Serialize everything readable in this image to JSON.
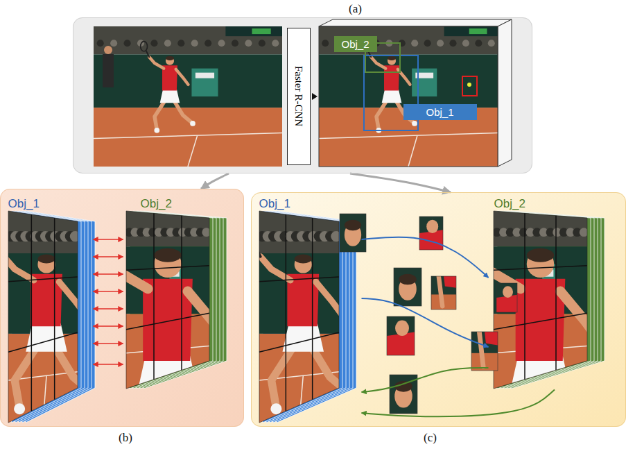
{
  "diagram": {
    "nodes": [
      {
        "text": [
          "(a)"
        ]
      },
      {
        "text": [
          "Faster R-CNN"
        ],
        "in": 0
      },
      {
        "text": [
          "Obj_2"
        ],
        "in": 0
      },
      {
        "text": [
          "Obj_1"
        ],
        "in": 0
      },
      {
        "text": [
          "(b)"
        ]
      },
      {
        "text": [
          "Obj_1"
        ],
        "in": 4
      },
      {
        "text": [
          "Obj_2"
        ],
        "in": 4
      },
      {
        "text": [
          "(c)"
        ]
      },
      {
        "text": [
          "Obj_1"
        ],
        "in": 7
      },
      {
        "text": [
          "Obj_2"
        ],
        "in": 7
      }
    ],
    "edges": [
      {
        "from": 0,
        "to": 4,
        "arrow": "to"
      },
      {
        "from": 0,
        "to": 7,
        "arrow": "to"
      },
      {
        "from": 5,
        "to": 6,
        "arrow": "both"
      },
      {
        "from": 5,
        "to": 6,
        "arrow": "both"
      },
      {
        "from": 5,
        "to": 6,
        "arrow": "both"
      },
      {
        "from": 5,
        "to": 6,
        "arrow": "both"
      },
      {
        "from": 5,
        "to": 6,
        "arrow": "both"
      },
      {
        "from": 5,
        "to": 6,
        "arrow": "both"
      },
      {
        "from": 5,
        "to": 6,
        "arrow": "both"
      },
      {
        "from": 5,
        "to": 6,
        "arrow": "both"
      },
      {
        "from": 8,
        "to": 9,
        "arrow": "to"
      },
      {
        "from": 8,
        "to": 9,
        "arrow": "to"
      },
      {
        "from": 9,
        "to": 8,
        "arrow": "to"
      },
      {
        "from": 9,
        "to": 8,
        "arrow": "to"
      }
    ]
  }
}
